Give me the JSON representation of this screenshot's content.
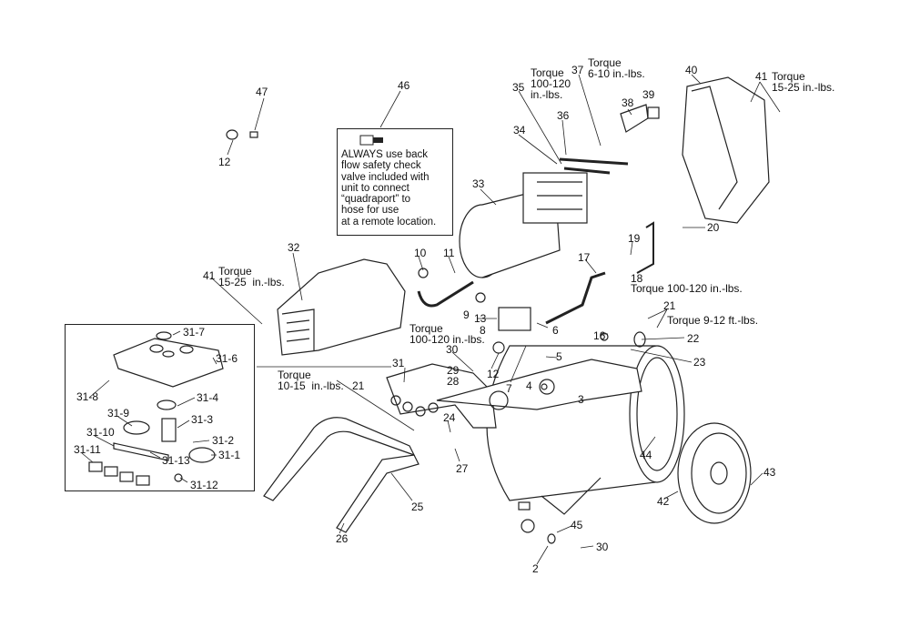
{
  "title": "Air Compressor Exploded Parts Diagram",
  "note": {
    "ref": "46",
    "lines": [
      "ALWAYS use back",
      "flow safety check",
      "valve included with",
      "unit to connect",
      "“quadraport” to",
      "hose for use",
      "at a remote location."
    ]
  },
  "labels": {
    "p47": "47",
    "p12a": "12",
    "p46": "46",
    "p35": "35",
    "t35": "Torque\n100-120\nin.-lbs.",
    "p37": "37",
    "t37": "Torque\n6-10 in.-lbs.",
    "p38": "38",
    "p39": "39",
    "p40": "40",
    "p41a": "41",
    "t41a": "Torque\n15-25 in.-lbs.",
    "p36": "36",
    "p34": "34",
    "p33": "33",
    "p20": "20",
    "p19": "19",
    "p18": "18",
    "t18": "Torque 100-120 in.-lbs.",
    "p17": "17",
    "p10a": "10",
    "p11": "11",
    "p32": "32",
    "p41b": "41",
    "t41b": "Torque\n15-25  in.-lbs.",
    "p9": "9",
    "p13": "13",
    "p8": "8",
    "p6": "6",
    "t8": "Torque\n100-120 in.-lbs.",
    "p30a": "30",
    "p12b": "12",
    "p29": "29",
    "p28": "28",
    "p7": "7",
    "p4": "4",
    "p3": "3",
    "p5": "5",
    "p16": "16",
    "p21a": "21",
    "t21a": "Torque 9-12 ft.-lbs.",
    "p22": "22",
    "p23": "23",
    "p31": "31",
    "t21b": "Torque\n10-15  in.-lbs.",
    "p21b": "21",
    "p24": "24",
    "p27": "27",
    "p25": "25",
    "p26": "26",
    "p44": "44",
    "p42": "42",
    "p43": "43",
    "p45": "45",
    "p30b": "30",
    "p2": "2"
  },
  "inset": {
    "p31_7": "31-7",
    "p31_6": "31-6",
    "p31_8": "31-8",
    "p31_4": "31-4",
    "p31_9": "31-9",
    "p31_3": "31-3",
    "p31_2": "31-2",
    "p31_10": "31-10",
    "p31_11": "31-11",
    "p31_13": "31-13",
    "p31_1": "31-1",
    "p31_12": "31-12"
  }
}
